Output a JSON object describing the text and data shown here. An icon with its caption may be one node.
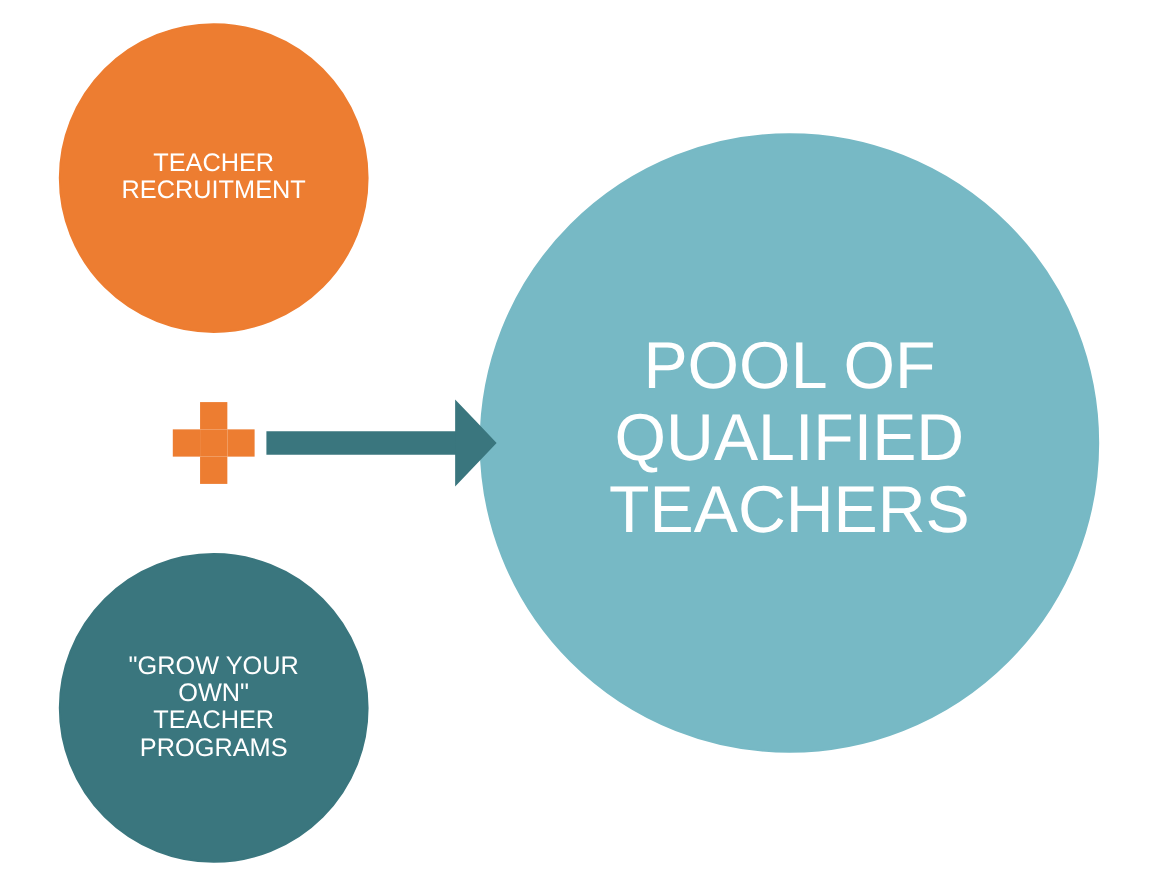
{
  "diagram": {
    "nodes": [
      {
        "text": [
          "TEACHER RECRUITMENT"
        ]
      },
      {
        "text": [],
        "shape": "plus"
      },
      {
        "text": [
          "\"GROW YOUR OWN\" TEACHER PROGRAMS"
        ]
      },
      {
        "text": [
          "POOL OF QUALIFIED TEACHERS"
        ]
      }
    ],
    "edges": [
      {
        "from": 1,
        "to": 3,
        "arrow": "to"
      }
    ]
  }
}
